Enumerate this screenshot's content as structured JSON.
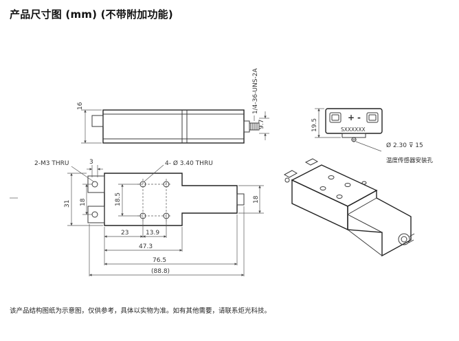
{
  "title": "产品尺寸图 (mm) (不带附加功能)",
  "footer_note": "该产品结构图纸为示意图，仅供参考，具体以实物为准。如有其他需要，请联系炬光科技。",
  "side_view": {
    "thread_label": "1/4-36-UNS-2A",
    "height_dim": "16",
    "connector_dim": "9.7"
  },
  "end_view": {
    "height_dim": "19.5",
    "plus_label": "+",
    "minus_label": "-",
    "model_label": "SXXXXXX",
    "hole_spec": "Ø 2.30 ⊽ 15",
    "hole_caption": "温度传感器安装孔"
  },
  "top_view": {
    "m3_label": "2-M3 THRU",
    "m3_dim": "3",
    "holes_label": "4- Ø 3.40 THRU",
    "height_total": "31",
    "height_18_left": "18",
    "height_18_5": "18.5",
    "height_18_right": "18",
    "width_23": "23",
    "width_13_9": "13.9",
    "width_47_3": "47.3",
    "width_76_5": "76.5",
    "width_88_8": "(88.8)"
  }
}
